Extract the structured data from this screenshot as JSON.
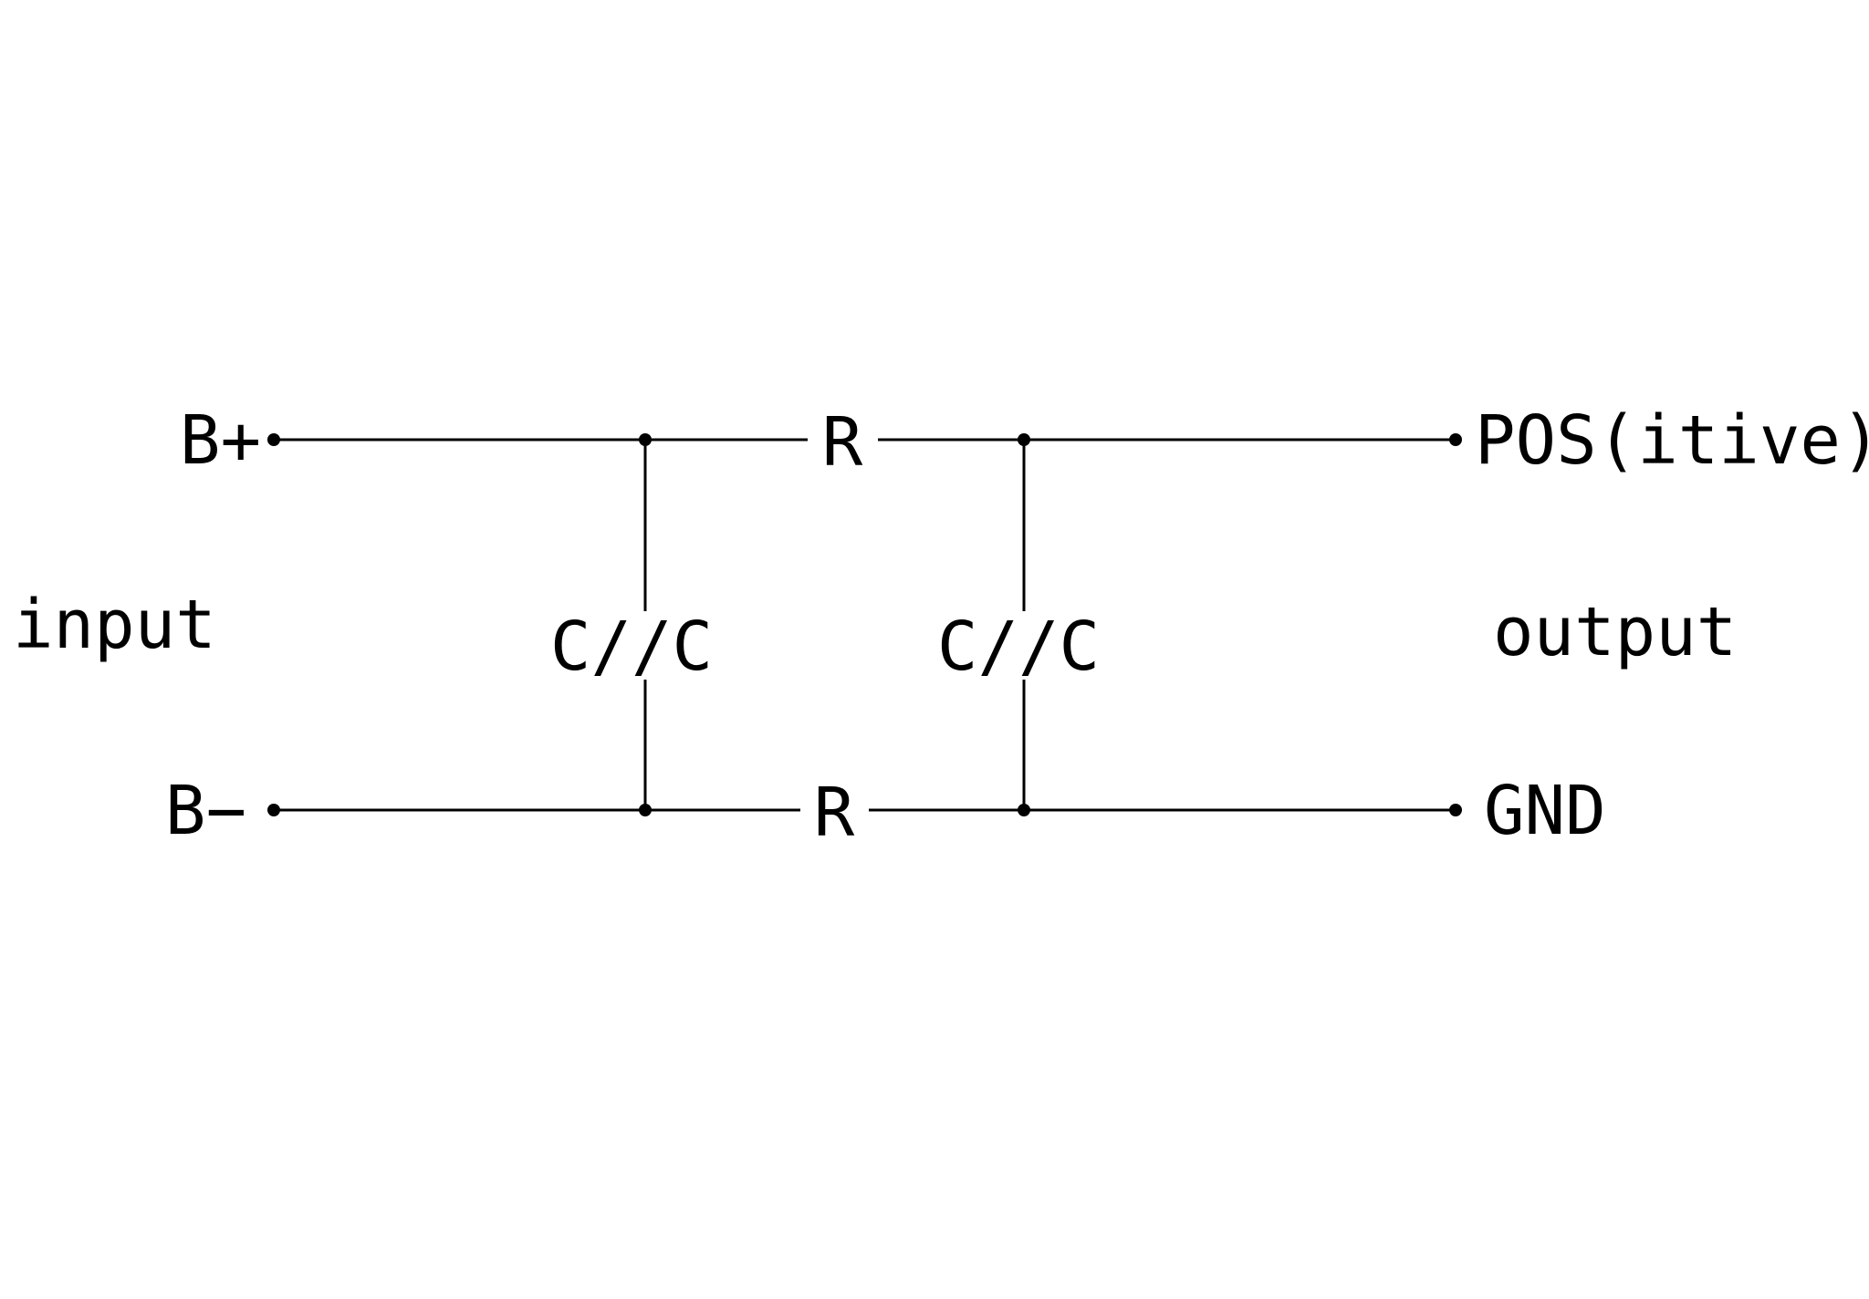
{
  "labels": {
    "input_pos": "B+",
    "input_neg": "B−",
    "input": "input",
    "output_pos": "POS(itive)",
    "output_gnd": "GND",
    "output": "output",
    "resistor_top": "R",
    "resistor_bottom": "R",
    "capacitor_left": "C//C",
    "capacitor_right": "C//C"
  },
  "colors": {
    "line": "#000000",
    "background": "#ffffff"
  }
}
